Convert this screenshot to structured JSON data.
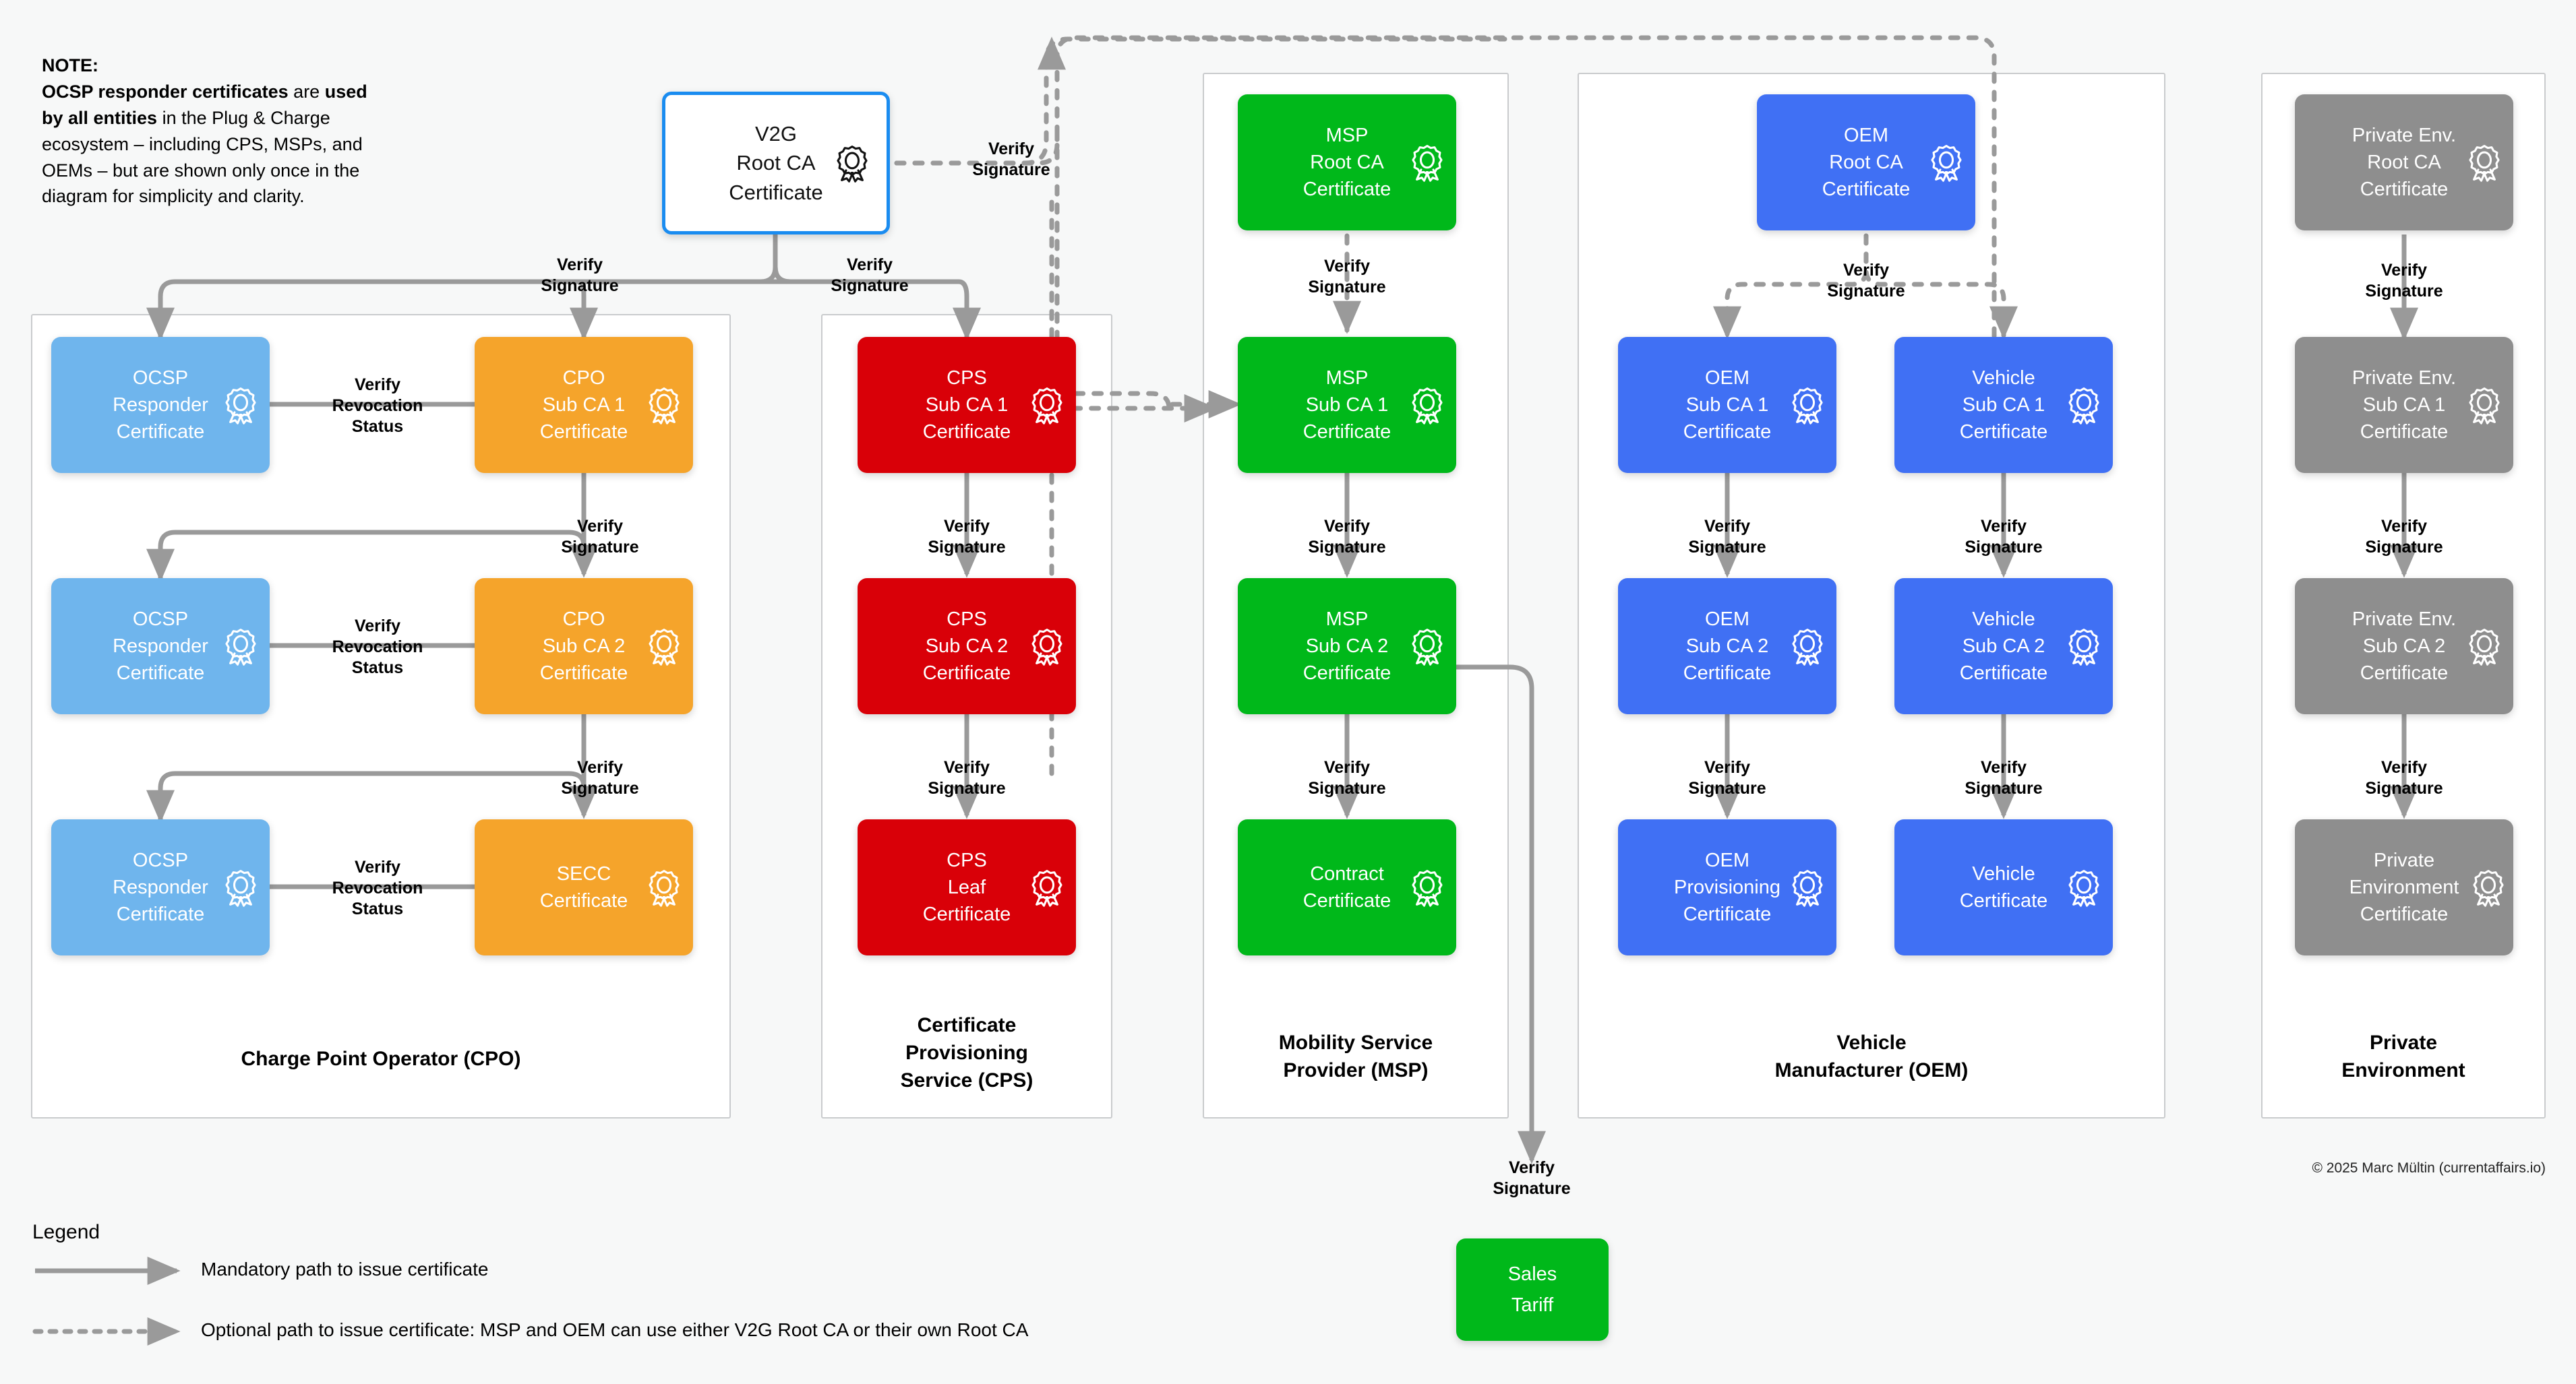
{
  "note": {
    "heading": "NOTE:",
    "line1_bold": "OCSP responder certificates",
    "line2_pre": "are ",
    "line2_bold": "used by all entities",
    "line2_post": " in the Plug & Charge ecosystem – including CPS, MSPs, and OEMs – but are shown only once in the diagram for simplicity and clarity."
  },
  "colors": {
    "background": "#f7f8f8",
    "root_border_blue": "#1a8cf0",
    "ocsp_light_blue": "#6fb5ed",
    "cpo_orange": "#f5a42b",
    "cps_red": "#d90008",
    "msp_green": "#00b81a",
    "oem_blue": "#4070f4",
    "private_gray": "#8e8e8e",
    "arrow_gray": "#9a9a9a",
    "frame_gray": "#c9cbcd"
  },
  "root": {
    "label": "V2G\nRoot CA\nCertificate",
    "icon": "certificate-rosette-icon"
  },
  "labels": {
    "verify_signature": "Verify\nSignature",
    "verify_revocation": "Verify\nRevocation\nStatus"
  },
  "groups": [
    {
      "id": "cpo",
      "label": "Charge Point Operator (CPO)"
    },
    {
      "id": "cps",
      "label": "Certificate\nProvisioning\nService (CPS)"
    },
    {
      "id": "msp",
      "label": "Mobility Service\nProvider (MSP)"
    },
    {
      "id": "oem",
      "label": "Vehicle\nManufacturer (OEM)"
    },
    {
      "id": "private",
      "label": "Private\nEnvironment"
    }
  ],
  "certs": {
    "ocsp1": "OCSP\nResponder\nCertificate",
    "ocsp2": "OCSP\nResponder\nCertificate",
    "ocsp3": "OCSP\nResponder\nCertificate",
    "cpo_sub1": "CPO\nSub CA 1\nCertificate",
    "cpo_sub2": "CPO\nSub CA 2\nCertificate",
    "secc": "SECC\nCertificate",
    "cps_sub1": "CPS\nSub CA 1\nCertificate",
    "cps_sub2": "CPS\nSub CA 2\nCertificate",
    "cps_leaf": "CPS\nLeaf\nCertificate",
    "msp_root": "MSP\nRoot CA\nCertificate",
    "msp_sub1": "MSP\nSub CA 1\nCertificate",
    "msp_sub2": "MSP\nSub CA 2\nCertificate",
    "contract": "Contract\nCertificate",
    "oem_root": "OEM\nRoot CA\nCertificate",
    "oem_sub1": "OEM\nSub CA 1\nCertificate",
    "oem_sub2": "OEM\nSub CA 2\nCertificate",
    "oem_prov": "OEM\nProvisioning\nCertificate",
    "veh_sub1": "Vehicle\nSub CA 1\nCertificate",
    "veh_sub2": "Vehicle\nSub CA 2\nCertificate",
    "veh_cert": "Vehicle\nCertificate",
    "pe_root": "Private Env.\nRoot CA\nCertificate",
    "pe_sub1": "Private Env.\nSub CA 1\nCertificate",
    "pe_sub2": "Private Env.\nSub CA 2\nCertificate",
    "pe_leaf": "Private\nEnvironment\nCertificate",
    "sales_tariff": "Sales\nTariff"
  },
  "legend": {
    "title": "Legend",
    "mandatory": "Mandatory path to issue certificate",
    "optional": "Optional path to issue certificate: MSP and OEM can use either V2G Root CA or their own Root CA"
  },
  "copyright": "© 2025 Marc Mültin (currentaffairs.io)"
}
